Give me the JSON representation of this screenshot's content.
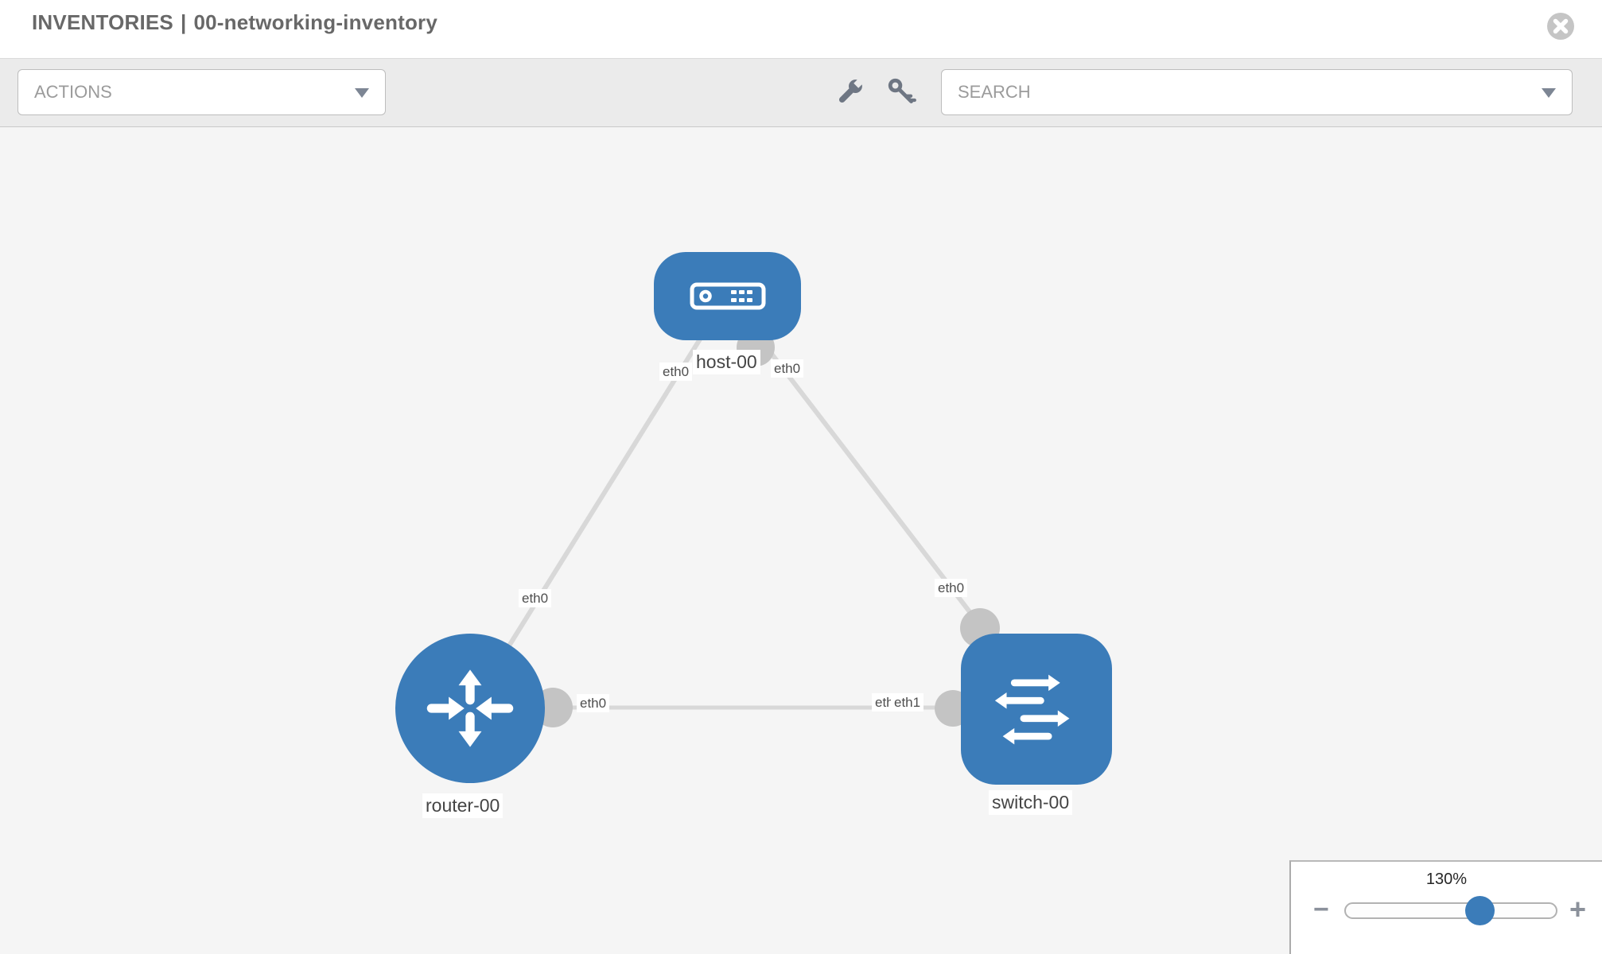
{
  "header": {
    "title_left": "INVENTORIES",
    "title_sep": "|",
    "title_right": "00-networking-inventory"
  },
  "toolbar": {
    "actions_label": "ACTIONS",
    "search_label": "SEARCH",
    "icons": [
      "wrench-icon",
      "key-icon"
    ]
  },
  "topology": {
    "nodes": [
      {
        "name": "host-00",
        "type": "host",
        "icon": "host-icon"
      },
      {
        "name": "router-00",
        "type": "router",
        "icon": "router-icon"
      },
      {
        "name": "switch-00",
        "type": "switch",
        "icon": "switch-icon"
      }
    ],
    "links": [
      {
        "source": "host-00",
        "source_interface": "eth0",
        "target": "router-00",
        "target_interface": "eth0"
      },
      {
        "source": "host-00",
        "source_interface": "eth0",
        "target": "switch-00",
        "target_interface": "eth0"
      },
      {
        "source": "router-00",
        "source_interface": "eth0",
        "target": "switch-00",
        "target_interface": "eth1"
      }
    ],
    "iface_labels": [
      {
        "text": "eth0"
      },
      {
        "text": "eth0"
      },
      {
        "text": "eth0"
      },
      {
        "text": "eth0"
      },
      {
        "text": "eth0"
      },
      {
        "text": "eth0"
      },
      {
        "text": "eth1"
      }
    ]
  },
  "zoom": {
    "level": "130%",
    "minus": "−",
    "plus": "+"
  },
  "colors": {
    "node_blue": "#3b7cb9",
    "port_gray": "#c4c4c4",
    "link_gray": "#d8d8d8",
    "canvas_bg": "#f5f5f5",
    "toolbar_bg": "#ebebeb",
    "title_gray": "#686868",
    "icon_slate": "#6e7683"
  }
}
